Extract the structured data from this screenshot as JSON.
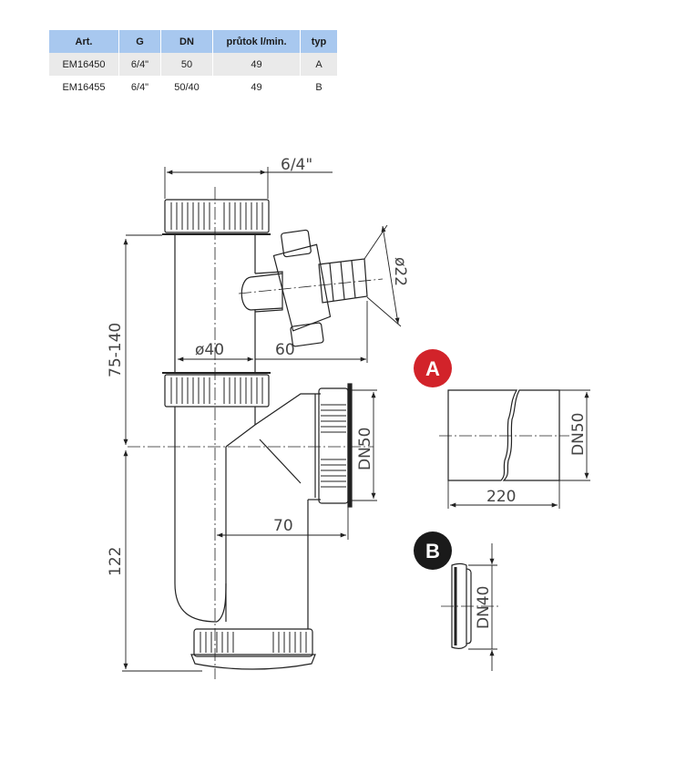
{
  "table": {
    "headers": [
      "Art.",
      "G",
      "DN",
      "průtok l/min.",
      "typ"
    ],
    "rows": [
      [
        "EM16450",
        "6/4\"",
        "50",
        "49",
        "A"
      ],
      [
        "EM16455",
        "6/4\"",
        "50/40",
        "49",
        "B"
      ]
    ]
  },
  "dimensions": {
    "thread": "6/4\"",
    "diameter_inlet": "ø22",
    "diameter_pipe": "ø40",
    "offset_60": "60",
    "height_range": "75-140",
    "height_lower": "122",
    "offset_70": "70",
    "dn_main": "DN50",
    "dn_a": "DN50",
    "length_a": "220",
    "dn_b": "DN40"
  },
  "badges": {
    "a": {
      "label": "A",
      "color": "#d2232a"
    },
    "b": {
      "label": "B",
      "color": "#1a1a1a"
    }
  }
}
